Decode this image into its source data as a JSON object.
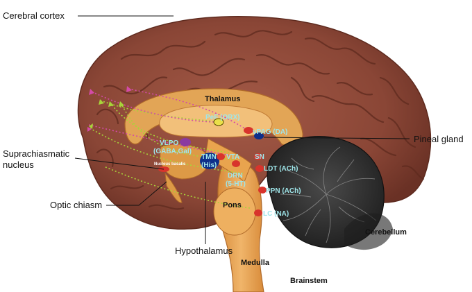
{
  "labels": {
    "cerebral_cortex": "Cerebral cortex",
    "pineal_gland": "Pineal gland",
    "suprachiasmatic_1": "Suprachiasmatic",
    "suprachiasmatic_2": "nucleus",
    "optic_chiasm": "Optic chiasm",
    "hypothalamus": "Hypothalamus",
    "medulla": "Medulla",
    "brainstem": "Brainstem",
    "cerebellum": "Cerebellum",
    "thalamus": "Thalamus",
    "pons": "Pons"
  },
  "nuclei": {
    "pef": "PeF (ORX)",
    "vpag": "vPAG (DA)",
    "vlpo_1": "VLPO",
    "vlpo_2": "(GABA,Gal)",
    "nucleus_basalis": "Nucleus basalis",
    "tmn_1": "TMN",
    "tmn_2": "(His)",
    "vta": "VTA",
    "sn": "SN",
    "ldt": "LDT (ACh)",
    "drn_1": "DRN",
    "drn_2": "(5-HT)",
    "ppn": "PPN (ACh)",
    "lc": "LC (NA)"
  },
  "colors": {
    "cortex": "#8a4636",
    "cortex_dark": "#5e2a1e",
    "deep": "#d9913f",
    "inner": "#e9b26a",
    "nucleus_red": "#d8342c",
    "nucleus_text": "#9fe6ea",
    "cerebellum": "#2b2b2b",
    "pathway_green": "#a8d43a",
    "pathway_magenta": "#d44aa8"
  }
}
